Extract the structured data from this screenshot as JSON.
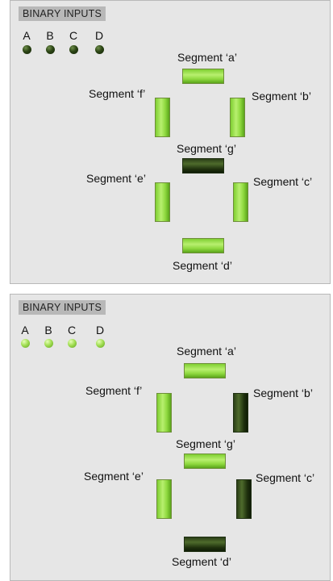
{
  "panels": [
    {
      "header": "BINARY INPUTS",
      "inputs": [
        {
          "label": "A",
          "state": "off"
        },
        {
          "label": "B",
          "state": "off"
        },
        {
          "label": "C",
          "state": "off"
        },
        {
          "label": "D",
          "state": "off"
        }
      ],
      "segments": {
        "a": {
          "label": "Segment ‘a’",
          "state": "on"
        },
        "b": {
          "label": "Segment ‘b’",
          "state": "on"
        },
        "c": {
          "label": "Segment ‘c’",
          "state": "on"
        },
        "d": {
          "label": "Segment ‘d’",
          "state": "on"
        },
        "e": {
          "label": "Segment ‘e’",
          "state": "on"
        },
        "f": {
          "label": "Segment ‘f’",
          "state": "on"
        },
        "g": {
          "label": "Segment ‘g’",
          "state": "off"
        }
      }
    },
    {
      "header": "BINARY INPUTS",
      "inputs": [
        {
          "label": "A",
          "state": "on"
        },
        {
          "label": "B",
          "state": "on"
        },
        {
          "label": "C",
          "state": "on"
        },
        {
          "label": "D",
          "state": "on"
        }
      ],
      "segments": {
        "a": {
          "label": "Segment ‘a’",
          "state": "on"
        },
        "b": {
          "label": "Segment ‘b’",
          "state": "off"
        },
        "c": {
          "label": "Segment ‘c’",
          "state": "off"
        },
        "d": {
          "label": "Segment ‘d’",
          "state": "off"
        },
        "e": {
          "label": "Segment ‘e’",
          "state": "on"
        },
        "f": {
          "label": "Segment ‘f’",
          "state": "on"
        },
        "g": {
          "label": "Segment ‘g’",
          "state": "on"
        }
      }
    }
  ],
  "colors": {
    "segment_on": "#9be04f",
    "segment_off": "#1e300d",
    "led_on": "#a3df55",
    "led_off": "#2c4515",
    "panel_bg": "#e6e6e6"
  }
}
